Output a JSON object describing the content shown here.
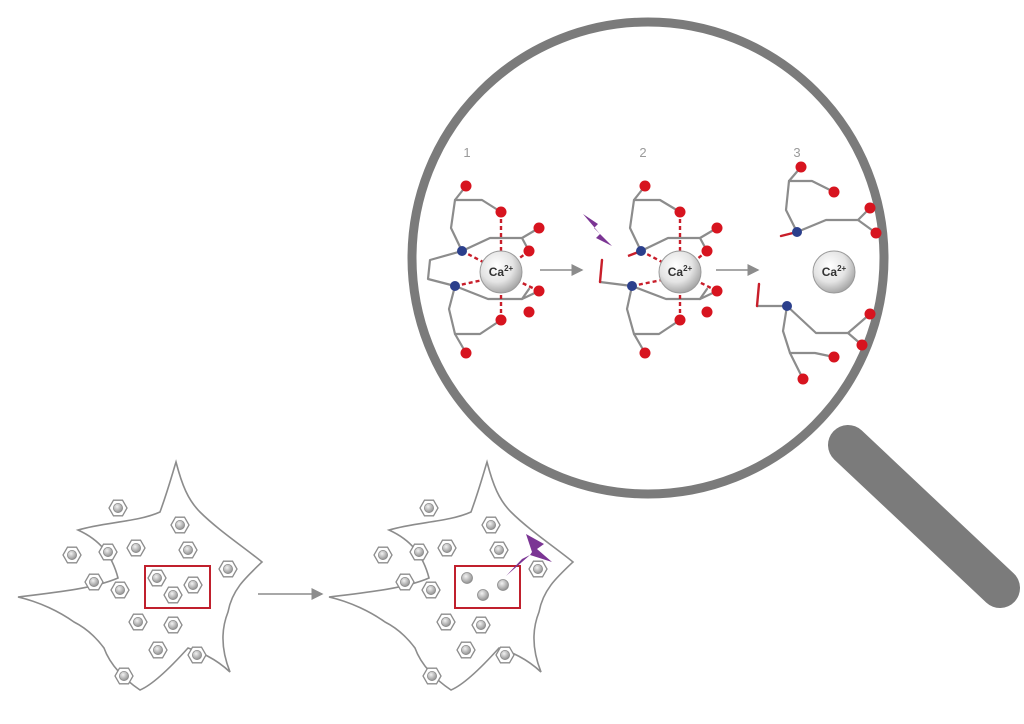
{
  "colors": {
    "line": "#8c8c8c",
    "lens_ring": "#7b7b7b",
    "oxygen": "#d7141f",
    "nitrogen": "#2b3f8c",
    "bond": "#c81e2a",
    "highlight_box": "#c0202d",
    "lightning": "#7b3594",
    "arrow": "#8c8c8c"
  },
  "magnifier": {
    "steps": [
      {
        "label": "1"
      },
      {
        "label": "2"
      },
      {
        "label": "3"
      }
    ],
    "ion": {
      "symbol": "Ca",
      "charge": "2+"
    }
  },
  "icons": {
    "light_pulse": "lightning-bolt-icon",
    "caged_compound": "hexagon-cage-icon",
    "released_ion": "calcium-ion-icon"
  }
}
